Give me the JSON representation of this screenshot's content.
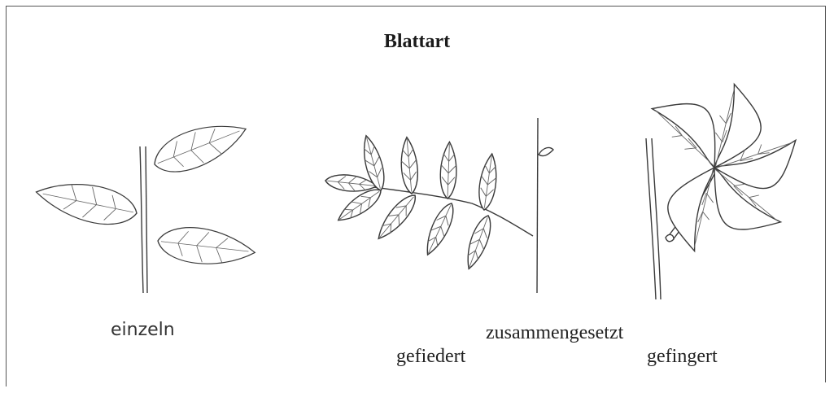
{
  "title": "Blattart",
  "labels": {
    "single": "einzeln",
    "compound": "zusammengesetzt",
    "pinnate": "gefiedert",
    "palmate": "gefingert"
  },
  "colors": {
    "line": "#3a3a3a",
    "text": "#222222",
    "background": "#ffffff"
  }
}
